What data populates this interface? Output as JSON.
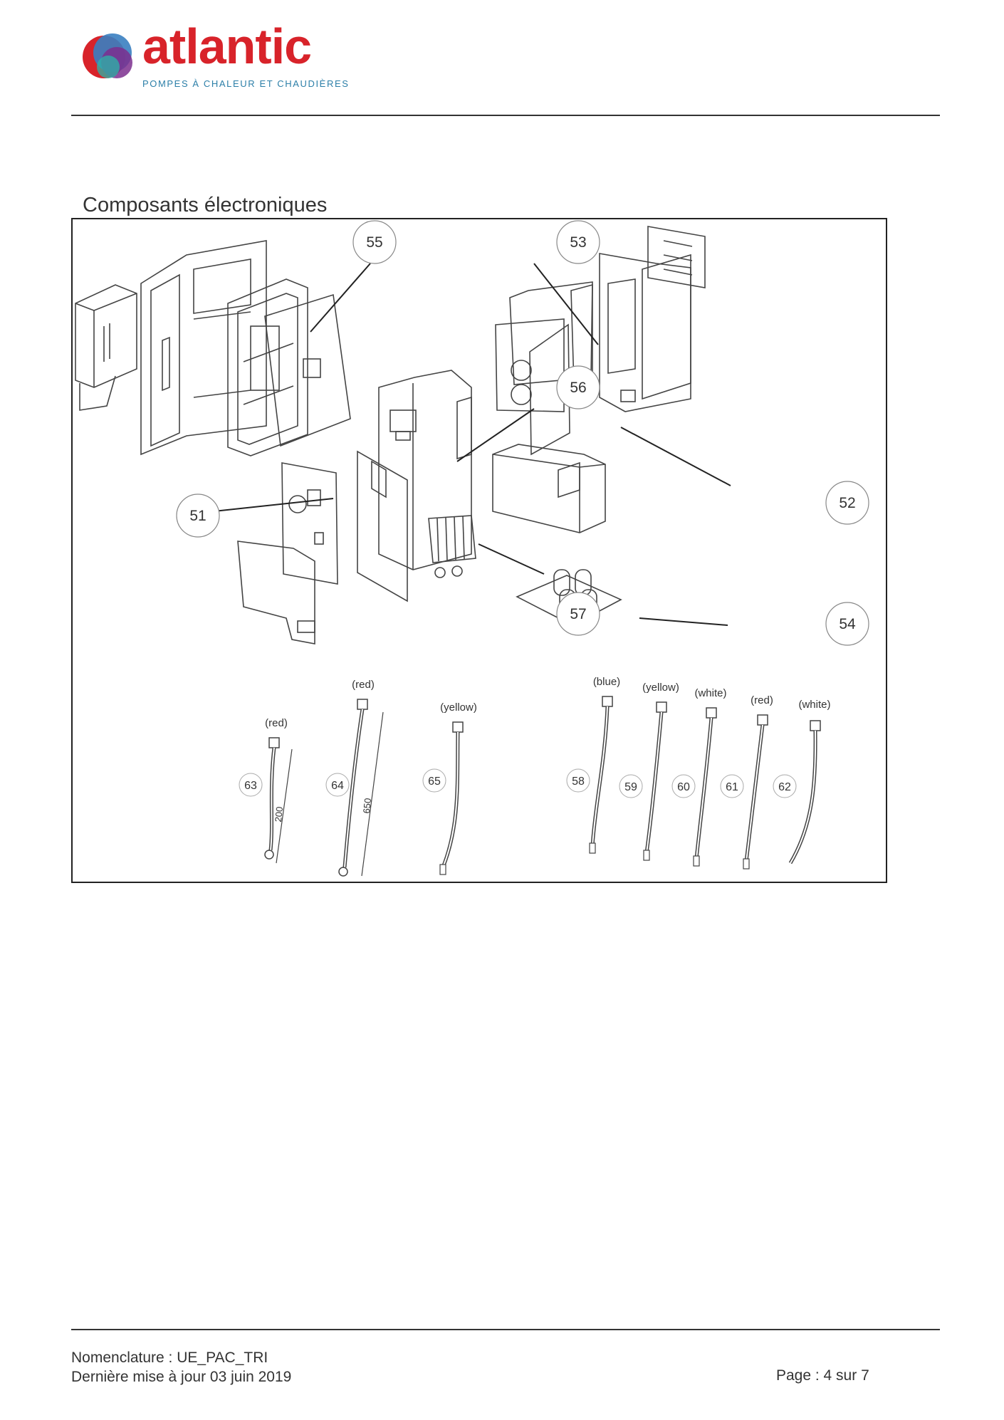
{
  "header": {
    "logo_word": "atlantic",
    "logo_tagline": "POMPES À CHALEUR ET CHAUDIÈRES"
  },
  "section": {
    "title": "Composants électroniques"
  },
  "figure": {
    "callouts": {
      "c51": "51",
      "c52": "52",
      "c53": "53",
      "c54": "54",
      "c55": "55",
      "c56": "56",
      "c57": "57"
    },
    "wires": [
      {
        "number": "63",
        "color": "(red)",
        "dimension": "200"
      },
      {
        "number": "64",
        "color": "(red)",
        "dimension": "650"
      },
      {
        "number": "65",
        "color": "(yellow)"
      },
      {
        "number": "58",
        "color": "(blue)"
      },
      {
        "number": "59",
        "color": "(yellow)"
      },
      {
        "number": "60",
        "color": "(white)"
      },
      {
        "number": "61",
        "color": "(red)"
      },
      {
        "number": "62",
        "color": "(white)"
      }
    ]
  },
  "footer": {
    "line1": "Nomenclature : UE_PAC_TRI",
    "line2": "Dernière mise à jour 03 juin 2019",
    "page": "Page : 4 sur 7"
  },
  "colors": {
    "brand_red": "#d8232a",
    "brand_blue": "#2c7fa8"
  }
}
